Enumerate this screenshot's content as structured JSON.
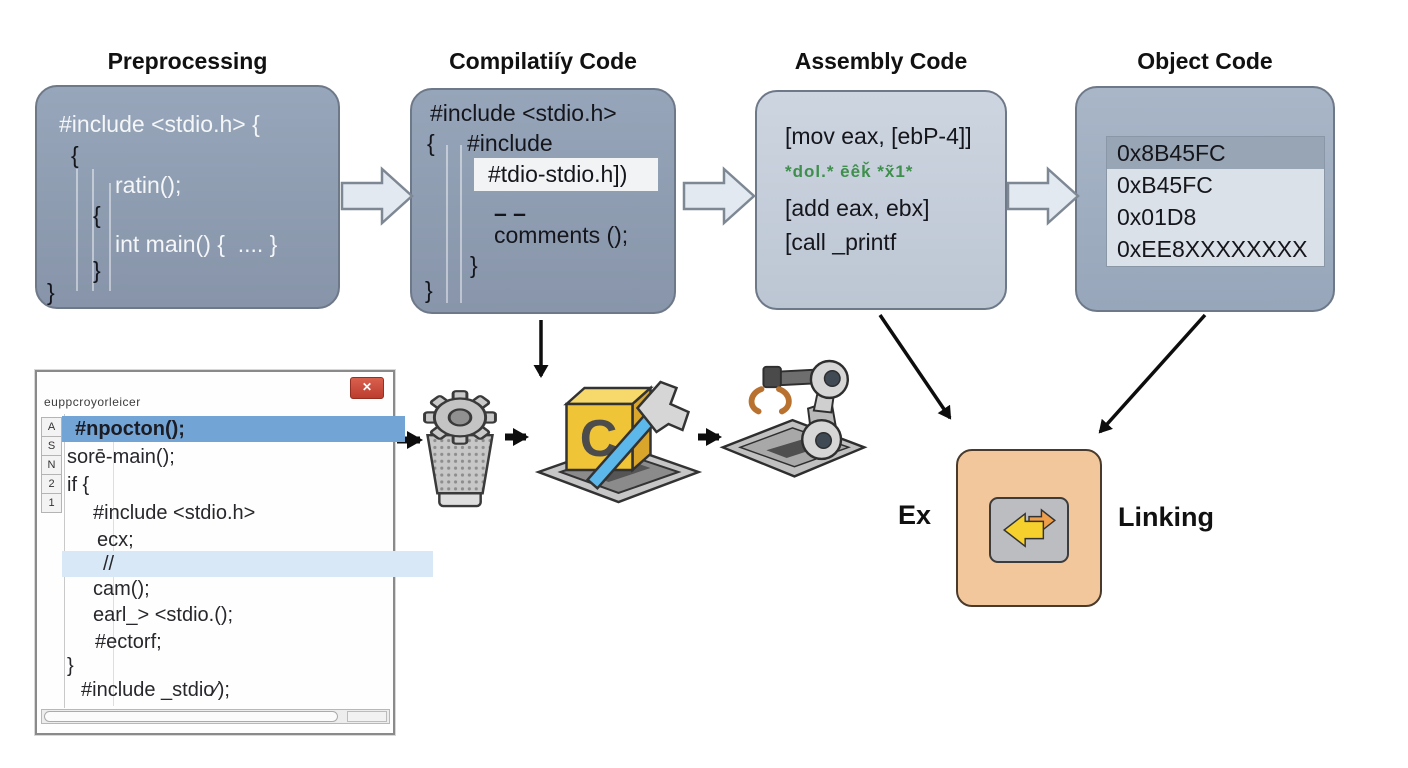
{
  "stages": {
    "preprocessing": {
      "title": "Preprocessing",
      "code": [
        "#include <stdio.h> {",
        "{",
        "ratin();",
        "{",
        "int main() {  .... }",
        "}",
        "}"
      ]
    },
    "compilation": {
      "title": "Compilatiíy Code",
      "code": [
        "#include <stdio.h>",
        "{",
        "#include",
        "#tdio-stdio.h])",
        "– –",
        "comments ();",
        "}",
        "}"
      ]
    },
    "assembly": {
      "title": "Assembly Code",
      "code": [
        "[mov eax, [ebP-4]]",
        "*dol.* ēêǩ *x̃1*",
        "[add eax, ebx]",
        "[call _printf"
      ]
    },
    "object": {
      "title": "Object Code",
      "rows": [
        "0x8B45FC",
        "0xB45FC",
        "0x01D8",
        "0xEE8XXXXXXXX"
      ]
    }
  },
  "editor": {
    "title": "euppcroyorleicer",
    "close_label": "✕",
    "gutter": [
      "A",
      "S",
      "N",
      "2",
      "1"
    ],
    "lines": [
      "#npocton();",
      "sorē-main();",
      "if {",
      "#include <stdio.h>",
      "ecx;",
      "//",
      "cam();",
      "earl_> <stdio.();",
      "#ectorf;",
      "}",
      "#include _stdio⁄);"
    ]
  },
  "linking": {
    "ex_label": "Ex",
    "linking_label": "Linking"
  },
  "icons": {
    "preprocessor": "trash-gear-icon",
    "compiler": "c-cube-hammer-icon",
    "assembler": "robot-arm-icon",
    "linker": "swap-arrows-icon",
    "close": "close-icon",
    "compiler_letter": "C"
  },
  "colors": {
    "stage_box_fill": "#8f9fb3",
    "assembly_box_fill": "#c6cfdb",
    "object_box_fill": "#a2b0c3",
    "object_row_header": "#98a5b4",
    "selected_row_blue": "#72a5d6",
    "comment_row_blue": "#d9e8f6",
    "close_button_red": "#cd4b3d",
    "linking_box_orange": "#f3c79c",
    "assembly_green_text": "#3f8f4c",
    "cube_yellow": "#f0c437",
    "hammer_handle_blue": "#5cb8ea",
    "claw_orange": "#b9712f",
    "block_arrow_fill": "#e3e9f0"
  }
}
